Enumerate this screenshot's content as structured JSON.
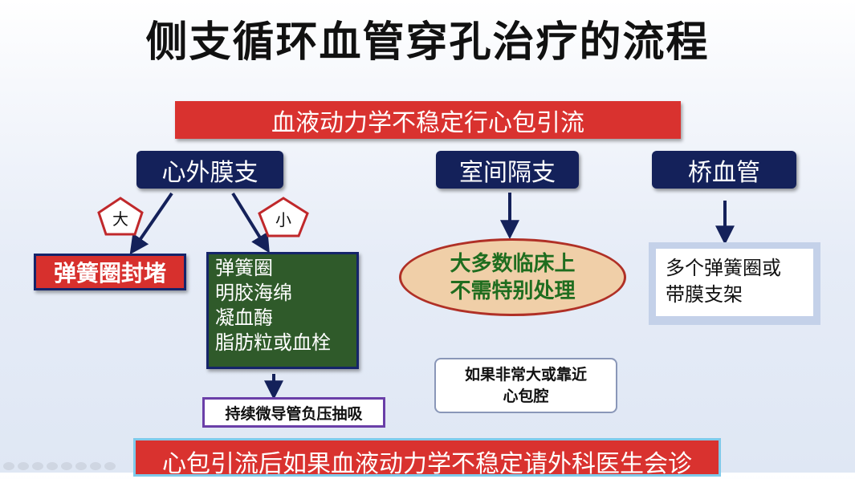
{
  "title": "侧支循环血管穿孔治疗的流程",
  "top_banner": "血液动力学不稳定行心包引流",
  "branches": {
    "epicardial": "心外膜支",
    "septal": "室间隔支",
    "bridge": "桥血管"
  },
  "size_labels": {
    "large": "大",
    "small": "小"
  },
  "large_treatment": "弹簧圈封堵",
  "small_treatment": [
    "弹簧圈",
    "明胶海绵",
    "凝血酶",
    "脂肪粒或血栓"
  ],
  "suction": "持续微导管负压抽吸",
  "septal_outcome": [
    "大多数临床上",
    "不需特别处理"
  ],
  "septal_note": [
    "如果非常大或靠近",
    "心包腔"
  ],
  "bridge_treatment": [
    "多个弹簧圈或",
    "带膜支架"
  ],
  "bottom_banner": "心包引流后如果血液动力学不稳定请外科医生会诊",
  "colors": {
    "red": "#d9322f",
    "navy": "#14215a",
    "green": "#2f5a2a",
    "ellipse_fill": "#f0cfa8"
  }
}
